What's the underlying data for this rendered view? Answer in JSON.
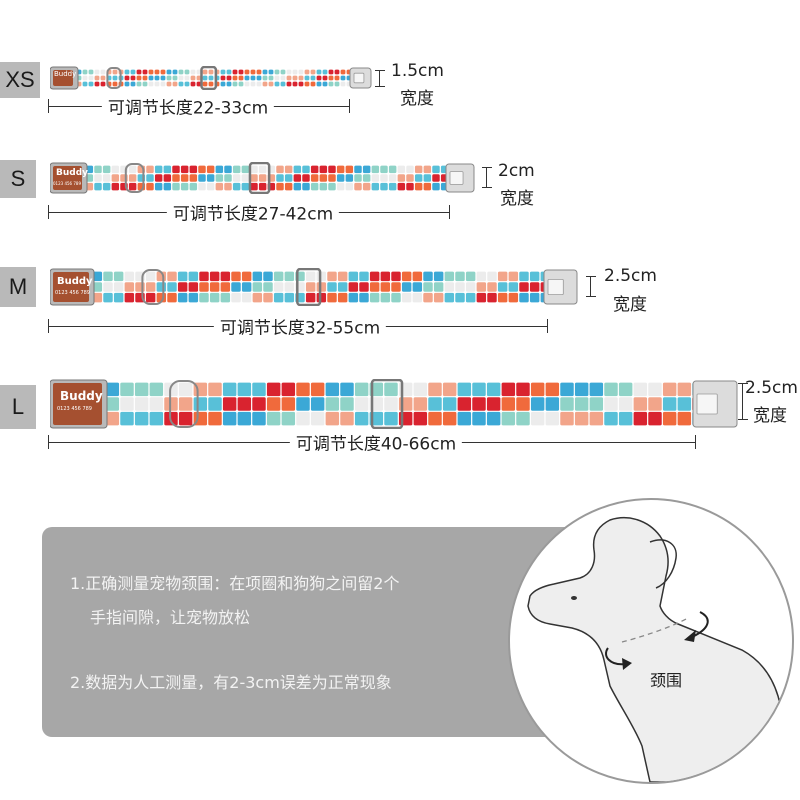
{
  "sizes": [
    {
      "tag": "XS",
      "length_label": "可调节长度22-33cm",
      "width_value": "1.5cm",
      "width_label": "宽度",
      "tag_text": "Buddy",
      "phone": ""
    },
    {
      "tag": "S",
      "length_label": "可调节长度27-42cm",
      "width_value": "2cm",
      "width_label": "宽度",
      "tag_text": "Buddy",
      "phone": "0123 456 789"
    },
    {
      "tag": "M",
      "length_label": "可调节长度32-55cm",
      "width_value": "2.5cm",
      "width_label": "宽度",
      "tag_text": "Buddy",
      "phone": "0123 456 789"
    },
    {
      "tag": "L",
      "length_label": "可调节长度40-66cm",
      "width_value": "2.5cm",
      "width_label": "宽度",
      "tag_text": "Buddy",
      "phone": "0123 456 789"
    }
  ],
  "notes": {
    "line1a": "1.正确测量宠物颈围：在项圈和狗狗之间留2个",
    "line1b": "手指间隙，让宠物放松",
    "line2": "2.数据为人工测量，有2-3cm误差为正常现象"
  },
  "neck_label": "颈围",
  "colors": {
    "tag_bg": "#b9b9b9",
    "note_bg": "#a7a7a7",
    "pattern": [
      "#d9232f",
      "#f06a3c",
      "#3ba8d6",
      "#8fd3c7",
      "#ececec",
      "#f2a58a",
      "#58c0d8"
    ]
  }
}
